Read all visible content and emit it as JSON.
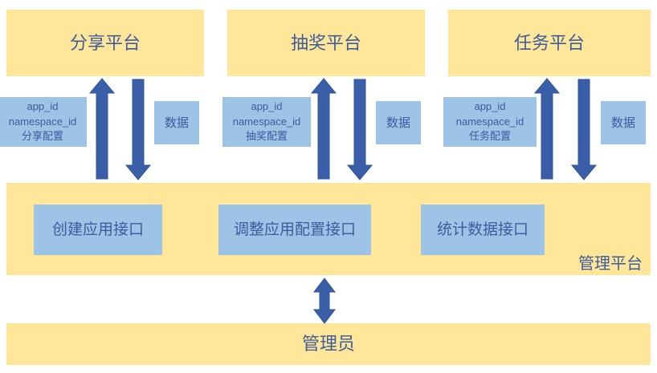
{
  "diagram": {
    "title_color": "#3C5C9C",
    "panel_color": "#FFE699",
    "box_color": "#9DC3E6",
    "arrow_color": "#3A5FA8"
  },
  "platforms": [
    {
      "id": "share",
      "title": "分享平台"
    },
    {
      "id": "lottery",
      "title": "抽奖平台"
    },
    {
      "id": "task",
      "title": "任务平台"
    }
  ],
  "request_labels": [
    {
      "line1": "app_id",
      "line2": "namespace_id",
      "line3": "分享配置"
    },
    {
      "line1": "app_id",
      "line2": "namespace_id",
      "line3": "抽奖配置"
    },
    {
      "line1": "app_id",
      "line2": "namespace_id",
      "line3": "任务配置"
    }
  ],
  "response_labels": [
    {
      "text": "数据"
    },
    {
      "text": "数据"
    },
    {
      "text": "数据"
    }
  ],
  "management": {
    "label": "管理平台",
    "apis": [
      {
        "id": "create-app",
        "label": "创建应用接口"
      },
      {
        "id": "adjust-config",
        "label": "调整应用配置接口"
      },
      {
        "id": "statistics",
        "label": "统计数据接口"
      }
    ]
  },
  "administrator": {
    "label": "管理员"
  },
  "arrows": [
    {
      "name": "share-request-up",
      "direction": "up"
    },
    {
      "name": "share-response-down",
      "direction": "down"
    },
    {
      "name": "lottery-request-up",
      "direction": "up"
    },
    {
      "name": "lottery-response-down",
      "direction": "down"
    },
    {
      "name": "task-request-up",
      "direction": "up"
    },
    {
      "name": "task-response-down",
      "direction": "down"
    },
    {
      "name": "administrator-bidirectional",
      "direction": "both"
    }
  ]
}
